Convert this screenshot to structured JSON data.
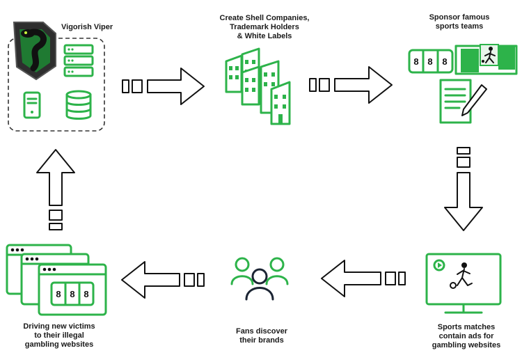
{
  "nodes": {
    "viper": {
      "lines": [
        "Vigorish Viper"
      ]
    },
    "shell": {
      "lines": [
        "Create Shell Companies,",
        "Trademark Holders",
        "& White Labels"
      ]
    },
    "sponsor": {
      "lines": [
        "Sponsor famous",
        "sports teams"
      ]
    },
    "sports": {
      "lines": [
        "Sports matches",
        "contain ads for",
        "gambling websites"
      ]
    },
    "fans": {
      "lines": [
        "Fans discover",
        "their brands"
      ]
    },
    "driving": {
      "lines": [
        "Driving new victims",
        "to their illegal",
        "gambling websites"
      ]
    }
  },
  "slot_digits": [
    "8",
    "8",
    "8"
  ],
  "colors": {
    "accent": "#2db34a",
    "dark": "#1a1a1a",
    "navy": "#1b2433",
    "pale_green": "#eef8ef"
  }
}
